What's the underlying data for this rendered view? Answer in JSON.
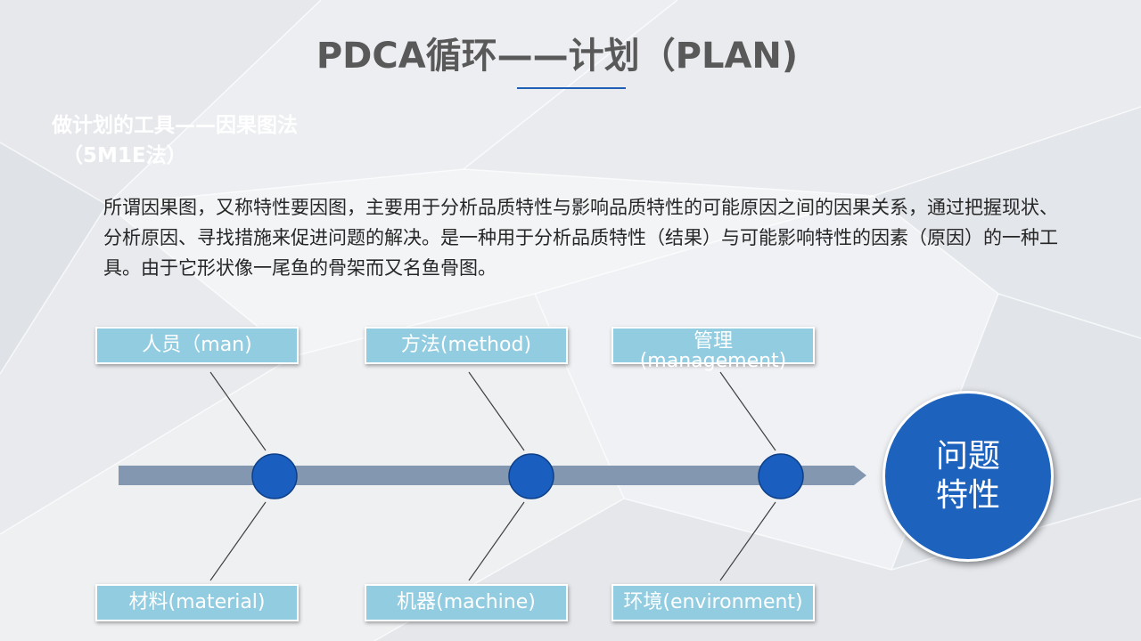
{
  "title": "PDCA循环——计划（PLAN)",
  "subtitle": {
    "line1": "做计划的工具——因果图法",
    "line2": "（5M1E法）"
  },
  "paragraph": "所谓因果图，又称特性要因图，主要用于分析品质特性与影响品质特性的可能原因之间的因果关系，通过把握现状、分析原因、寻找措施来促进问题的解决。是一种用于分析品质特性（结果）与可能影响特性的因素（原因）的一种工具。由于它形状像一尾鱼的骨架而又名鱼骨图。",
  "diagram": {
    "causes_top": [
      {
        "label": "人员（man)"
      },
      {
        "label": "方法(method)"
      },
      {
        "label_line1": "管理",
        "label_line2": "(management)"
      }
    ],
    "causes_bottom": [
      {
        "label": "材料(material)"
      },
      {
        "label": "机器(machine)"
      },
      {
        "label": "环境(environment)"
      }
    ],
    "effect": {
      "line1": "问题",
      "line2": "特性"
    }
  },
  "colors": {
    "title": "#595959",
    "accent": "#1f5fb5",
    "cause_box": "#92cce0",
    "spine": "#8497b0",
    "node": "#1d63bd",
    "effect": "#1d63bd"
  }
}
